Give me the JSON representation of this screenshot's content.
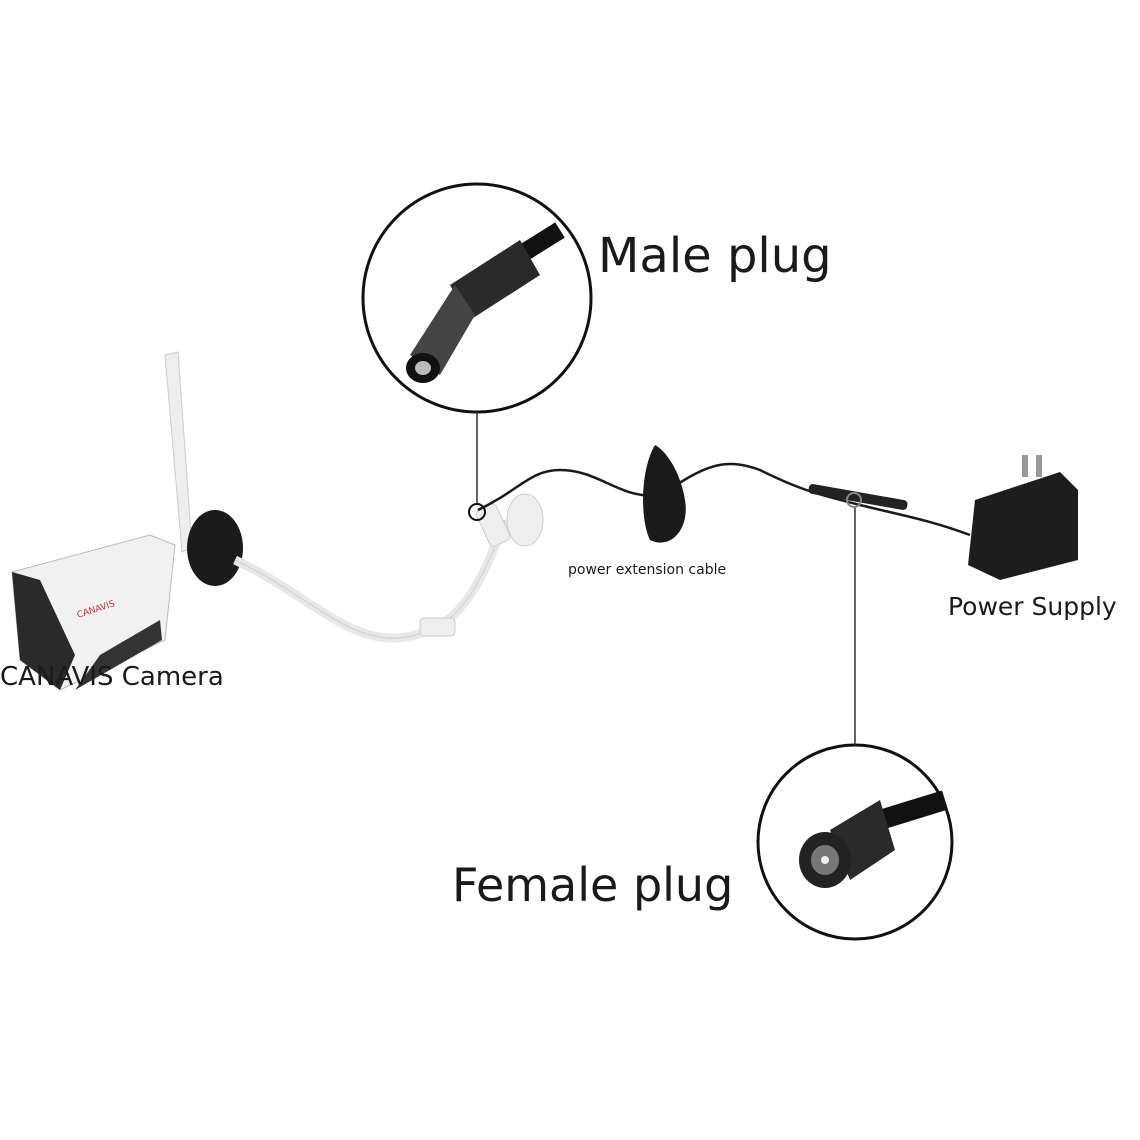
{
  "labels": {
    "male_plug": "Male plug",
    "female_plug": "Female plug",
    "power_supply": "Power Supply",
    "extension_cable": "power extension cable",
    "camera": "CANAVIS Camera"
  },
  "camera_logo": "CANAVIS"
}
